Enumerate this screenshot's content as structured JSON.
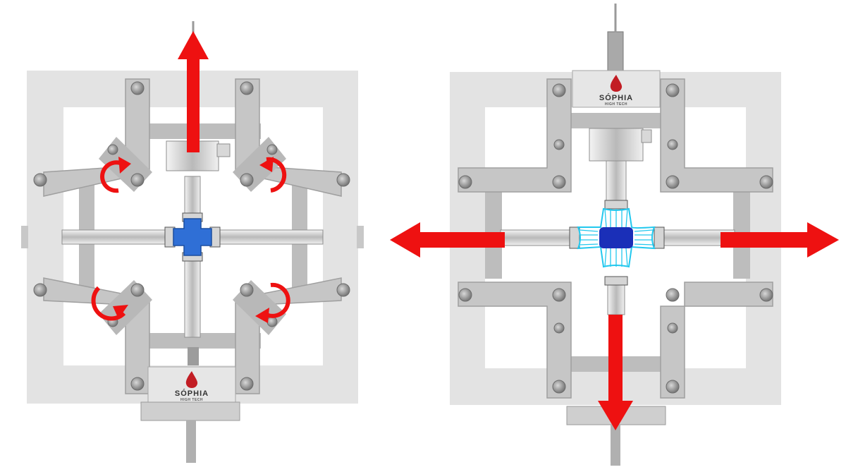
{
  "figure": {
    "left_panel": {
      "logo": {
        "name": "SÓPHIA",
        "tagline": "HIGH TECH"
      },
      "specimen_color": "#2f6fd6",
      "arrow_color": "#ee1111"
    },
    "right_panel": {
      "logo": {
        "name": "SÓPHIA",
        "tagline": "HIGH TECH"
      },
      "specimen_color": "#1a2fb8",
      "specimen_strain_color": "#22c8ee",
      "arrow_color": "#ee1111"
    }
  }
}
